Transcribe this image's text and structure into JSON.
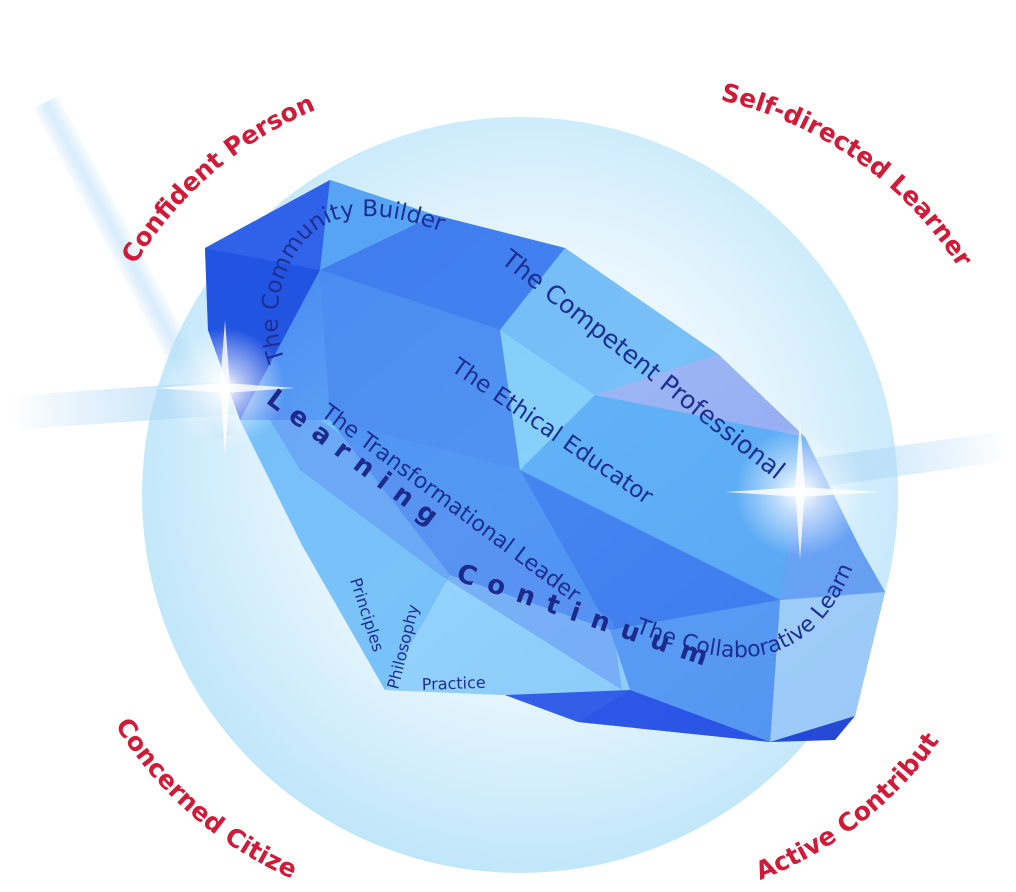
{
  "colors": {
    "corner_text": "#d11a37",
    "facet_text": "#1d2f93",
    "sphere_inner": "#ffffff",
    "sphere_outer": "#bfe7fb",
    "gem_light": "#8fd2fb",
    "gem_dark": "#1e46e6"
  },
  "corner_labels": {
    "top_left": "Confident Person",
    "top_right": "Self-directed Learner",
    "bottom_left": "Concerned Citizen",
    "bottom_right": "Active Contributor"
  },
  "facet_labels": {
    "community_builder": "The Community Builder",
    "competent_professional": "The Competent Professional",
    "ethical_educator": "The Ethical Educator",
    "transformational_leader": "The Transformational Leader",
    "collaborative_learner": "The Collaborative Learner"
  },
  "continuum_labels": {
    "learning": "Learning",
    "continuum": "Continuum"
  },
  "base_labels": {
    "principles": "Principles",
    "philosophy": "Philosophy",
    "practice": "Practice"
  }
}
